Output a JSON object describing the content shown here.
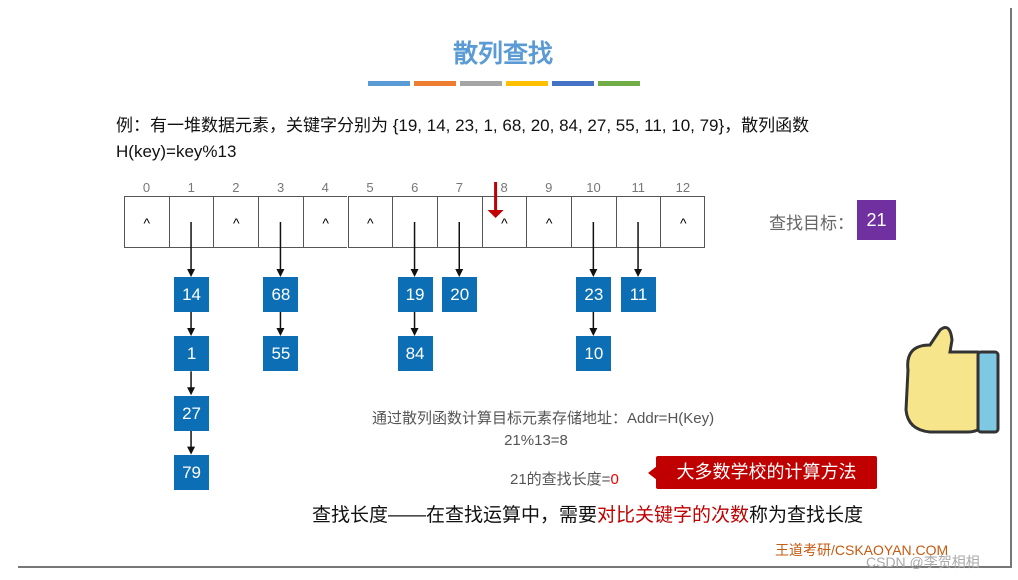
{
  "slide": {
    "title": "散列查找",
    "title_bar_colors": [
      "#5b9bd5",
      "#ed7d31",
      "#a5a5a5",
      "#ffc000",
      "#4472c4",
      "#70ad47"
    ],
    "problem_line1": "例：有一堆数据元素，关键字分别为 {19, 14, 23, 1, 68, 20, 84, 27, 55, 11, 10, 79}，散列函数",
    "problem_line2": "H(key)=key%13",
    "table": {
      "indices": [
        "0",
        "1",
        "2",
        "3",
        "4",
        "5",
        "6",
        "7",
        "8",
        "9",
        "10",
        "11",
        "12"
      ],
      "cells": [
        "^",
        "",
        "^",
        "",
        "^",
        "^",
        "",
        "",
        "^",
        "^",
        "",
        "",
        "^"
      ],
      "chains": [
        {
          "index": 1,
          "keys": [
            "14",
            "1",
            "27",
            "79"
          ]
        },
        {
          "index": 3,
          "keys": [
            "68",
            "55"
          ]
        },
        {
          "index": 6,
          "keys": [
            "19",
            "84"
          ]
        },
        {
          "index": 7,
          "keys": [
            "20"
          ]
        },
        {
          "index": 10,
          "keys": [
            "23",
            "10"
          ]
        },
        {
          "index": 11,
          "keys": [
            "11"
          ]
        }
      ],
      "pointer_index": 8
    },
    "target_label": "查找目标：",
    "target_value": "21",
    "addr_text": "通过散列函数计算目标元素存储地址：Addr=H(Key)",
    "calc_text": "21%13=8",
    "length_prefix": "21的查找长度=",
    "length_value": "0",
    "callout": "大多数学校的计算方法",
    "definition_a": "查找长度——在查找运算中，需要",
    "definition_b": "对比关键字的次数",
    "definition_c": "称为查找长度",
    "brand": "王道考研/CSKAOYAN.COM",
    "csdn": "CSDN @李贺相相",
    "colors": {
      "node": "#0c6fb5",
      "target": "#7030a0",
      "accent_red": "#c00000"
    },
    "icons": [
      "thumbs-up-icon",
      "down-arrow-icon"
    ]
  }
}
